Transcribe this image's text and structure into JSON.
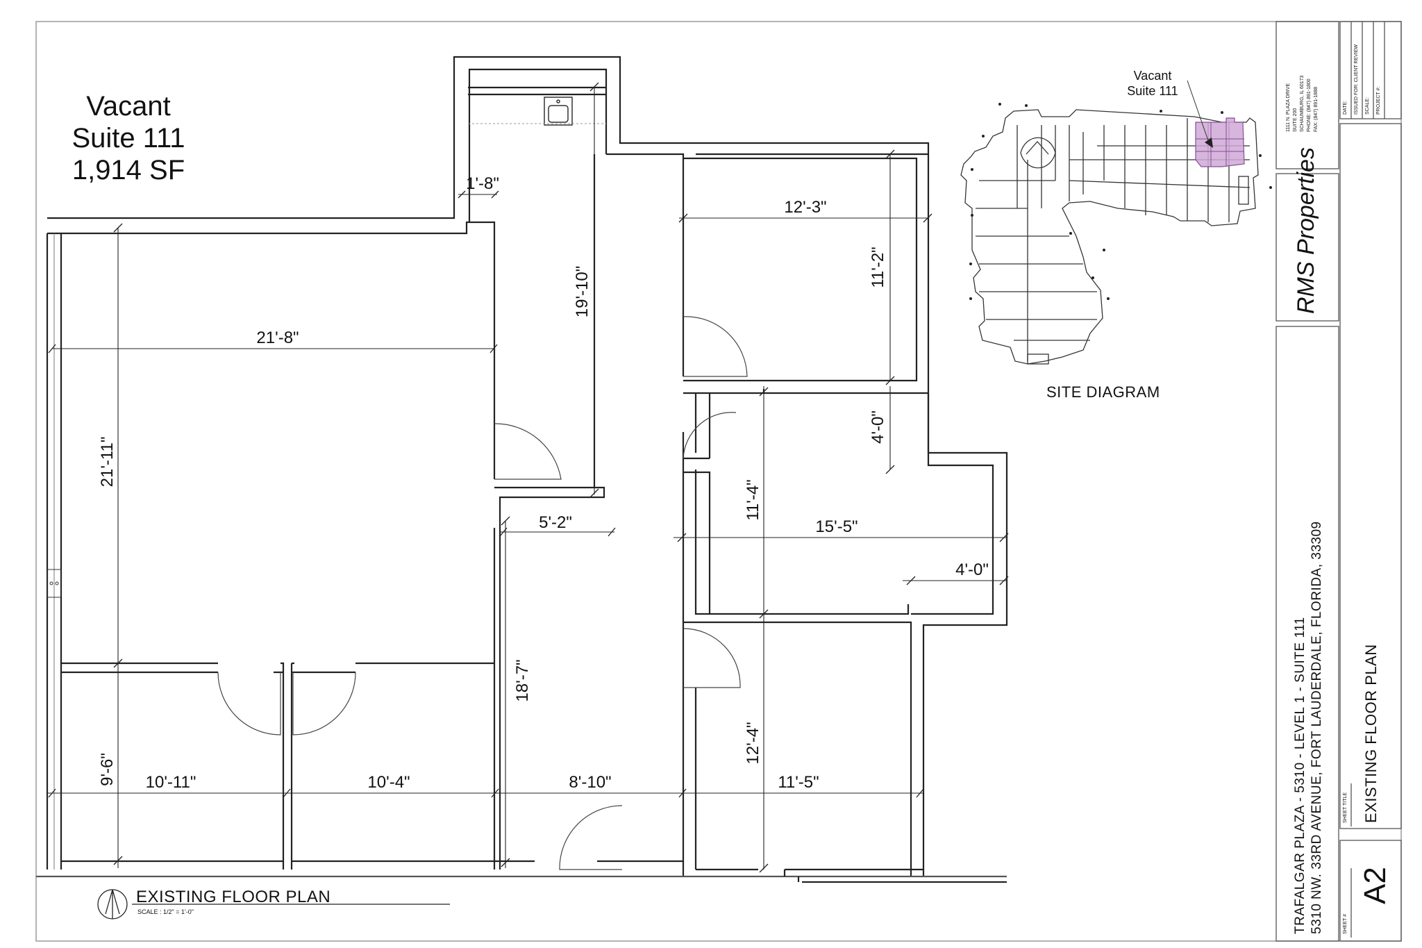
{
  "suite": {
    "line1": "Vacant",
    "line2": "Suite 111",
    "line3": "1,914 SF"
  },
  "dimensions": {
    "d_1_8": "1'-8\"",
    "d_12_3": "12'-3\"",
    "d_19_10": "19'-10\"",
    "d_11_2": "11'-2\"",
    "d_21_8": "21'-8\"",
    "d_21_11": "21'-11\"",
    "d_4_0_a": "4'-0\"",
    "d_5_2": "5'-2\"",
    "d_11_4": "11'-4\"",
    "d_15_5": "15'-5\"",
    "d_4_0_b": "4'-0\"",
    "d_18_7": "18'-7\"",
    "d_12_4": "12'-4\"",
    "d_9_6": "9'-6\"",
    "d_10_11": "10'-11\"",
    "d_10_4": "10'-4\"",
    "d_8_10": "8'-10\"",
    "d_11_5": "11'-5\""
  },
  "plan": {
    "title": "EXISTING FLOOR PLAN",
    "scale": "SCALE : 1/2\" = 1'-0\""
  },
  "site": {
    "vacant_line1": "Vacant",
    "vacant_line2": "Suite 111",
    "title": "SITE DIAGRAM",
    "highlight_color": "#cfa9d6"
  },
  "title_block": {
    "firm_lines": [
      "1111 N. PLAZA DRIVE",
      "SUITE 200",
      "SCHAUMBURG, IL 60173",
      "PHONE: (847) 891-1800",
      "FAX: (847) 891-1888"
    ],
    "brand": "RMS Properties",
    "project_line1": "TRAFALGAR PLAZA - 5310 - LEVEL 1 - SUITE 111",
    "project_line2": "5310 NW. 33RD AVENUE, FORT LAUDERDALE, FLORIDA, 33309",
    "info_labels": [
      "DATE:",
      "ISSUED FOR: CLIENT REVIEW",
      "SCALE:",
      "PROJECT #:"
    ],
    "sheet_title_label": "SHEET TITLE",
    "sheet_title": "EXISTING FLOOR PLAN",
    "sheet_no_label": "SHEET #",
    "sheet_no": "A2"
  }
}
